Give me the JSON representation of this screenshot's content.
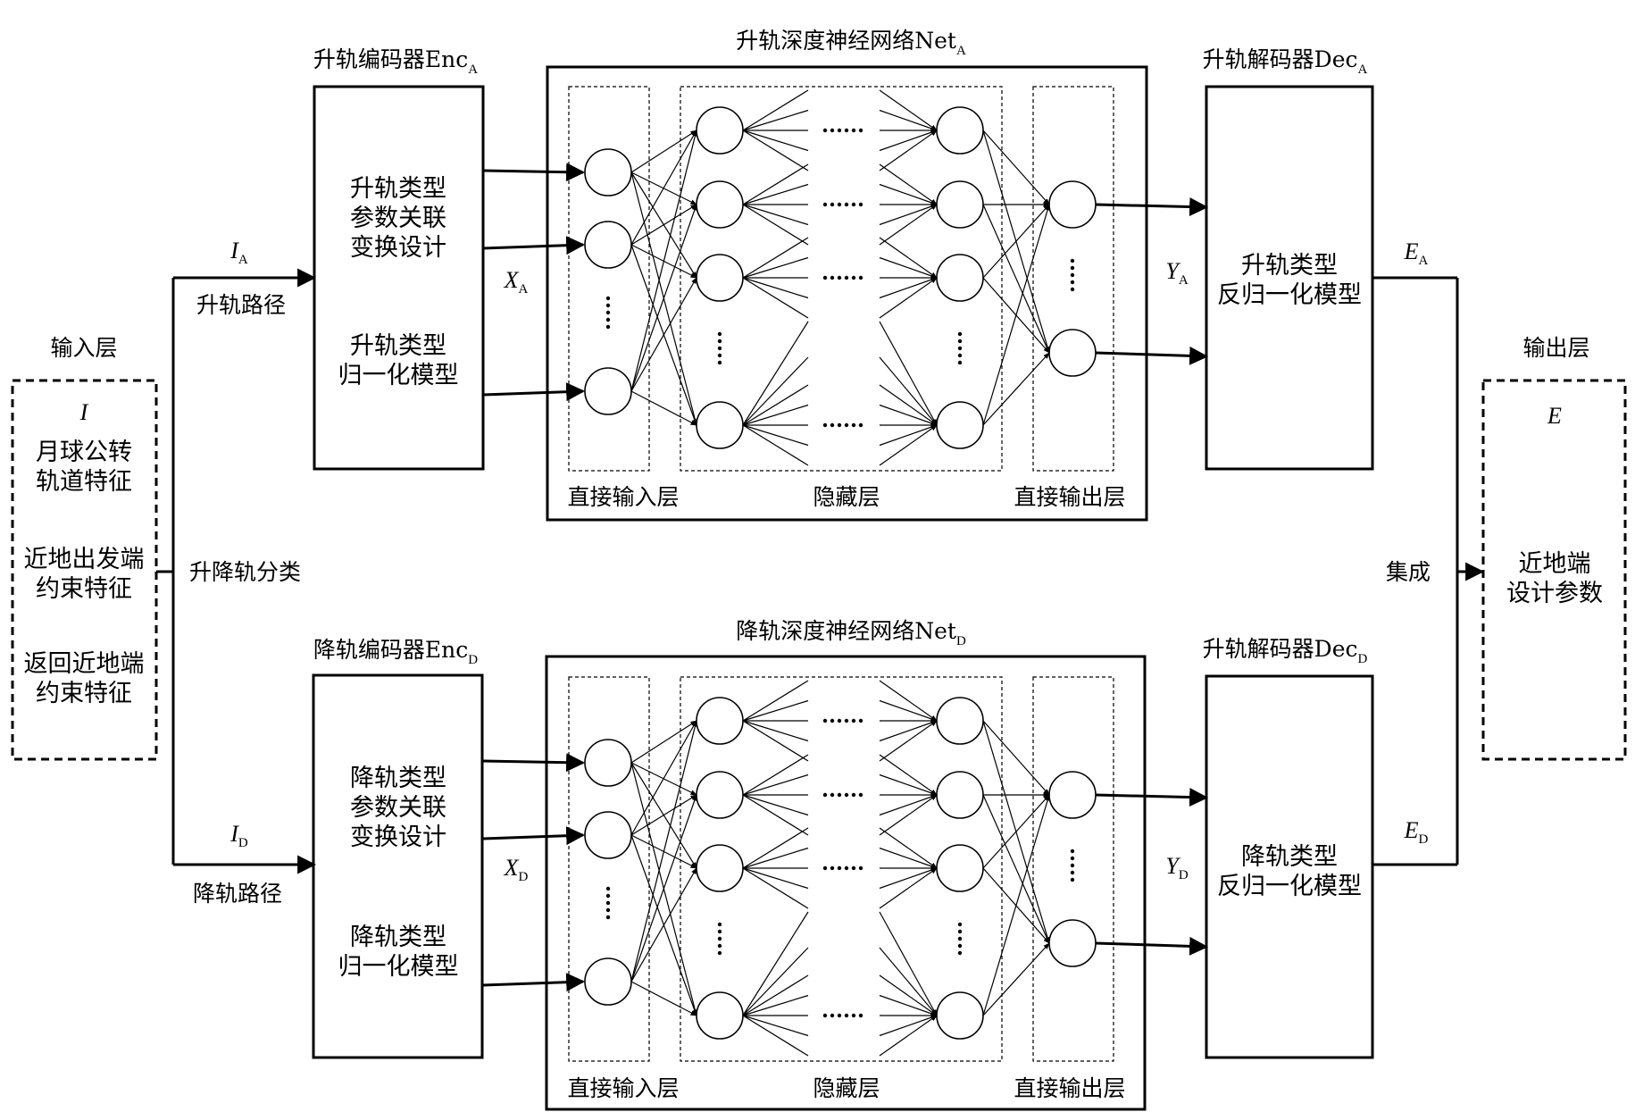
{
  "input_layer": {
    "title": "输入层",
    "symbol": "I",
    "feature_1_line1": "月球公转",
    "feature_1_line2": "轨道特征",
    "feature_2_line1": "近地出发端",
    "feature_2_line2": "约束特征",
    "feature_3_line1": "返回近地端",
    "feature_3_line2": "约束特征"
  },
  "classification_label": "升降轨分类",
  "ascending": {
    "path_label": "升轨路径",
    "input_var": "I",
    "input_sub": "A",
    "encoder_title": "升轨编码器Enc",
    "encoder_sub": "A",
    "encoder_block1_l1": "升轨类型",
    "encoder_block1_l2": "参数关联",
    "encoder_block1_l3": "变换设计",
    "encoder_block2_l1": "升轨类型",
    "encoder_block2_l2": "归一化模型",
    "x_var": "X",
    "x_sub": "A",
    "net_title": "升轨深度神经网络Net",
    "net_sub": "A",
    "input_layer_label": "直接输入层",
    "hidden_layer_label": "隐藏层",
    "output_layer_label": "直接输出层",
    "y_var": "Y",
    "y_sub": "A",
    "decoder_title": "升轨解码器Dec",
    "decoder_sub": "A",
    "decoder_l1": "升轨类型",
    "decoder_l2": "反归一化模型",
    "e_var": "E",
    "e_sub": "A"
  },
  "descending": {
    "path_label": "降轨路径",
    "input_var": "I",
    "input_sub": "D",
    "encoder_title": "降轨编码器Enc",
    "encoder_sub": "D",
    "encoder_block1_l1": "降轨类型",
    "encoder_block1_l2": "参数关联",
    "encoder_block1_l3": "变换设计",
    "encoder_block2_l1": "降轨类型",
    "encoder_block2_l2": "归一化模型",
    "x_var": "X",
    "x_sub": "D",
    "net_title": "降轨深度神经网络Net",
    "net_sub": "D",
    "input_layer_label": "直接输入层",
    "hidden_layer_label": "隐藏层",
    "output_layer_label": "直接输出层",
    "y_var": "Y",
    "y_sub": "D",
    "decoder_title": "升轨解码器Dec",
    "decoder_sub": "D",
    "decoder_l1": "降轨类型",
    "decoder_l2": "反归一化模型",
    "e_var": "E",
    "e_sub": "D"
  },
  "integration_label": "集成",
  "output_layer": {
    "title": "输出层",
    "symbol": "E",
    "line1": "近地端",
    "line2": "设计参数"
  }
}
